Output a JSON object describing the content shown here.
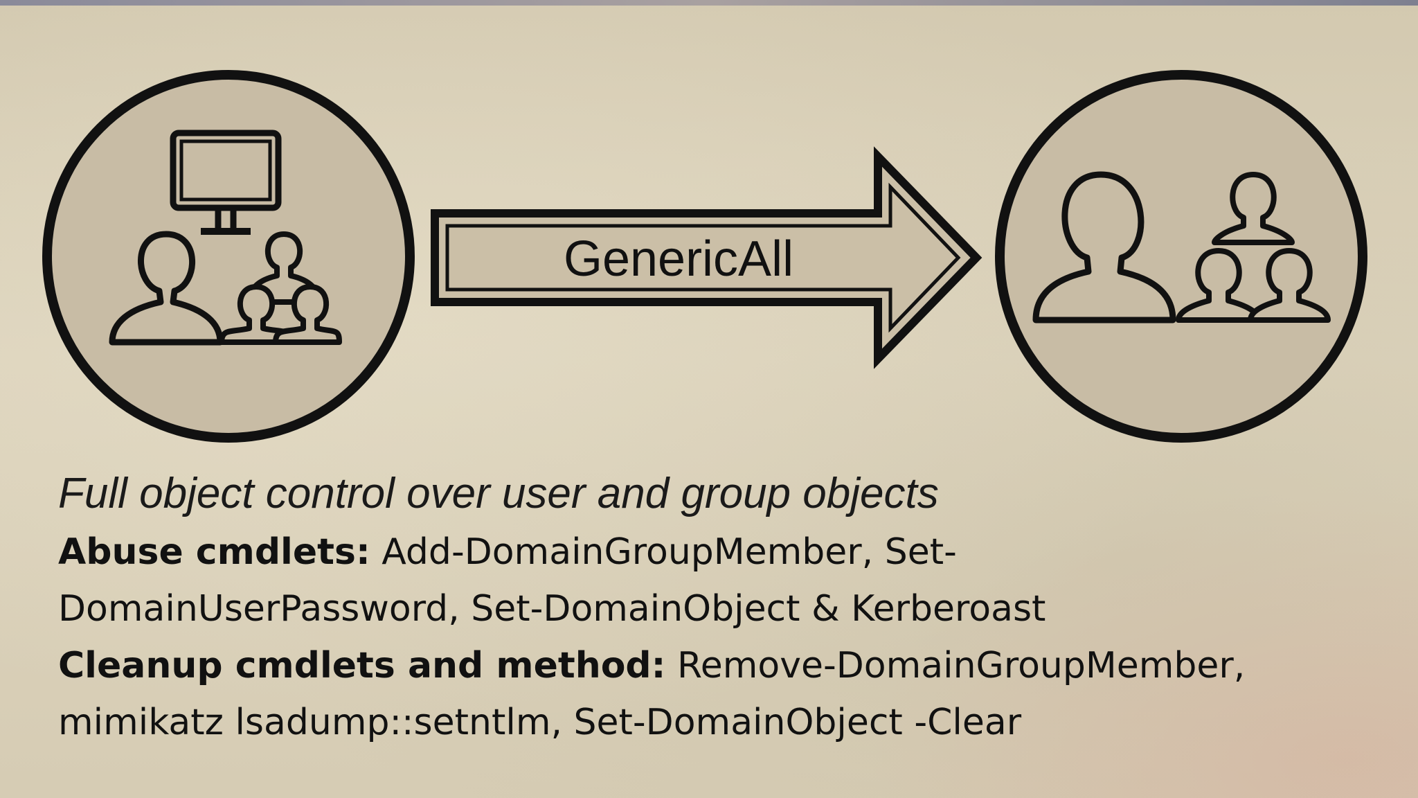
{
  "arrow": {
    "label": "GenericAll"
  },
  "source_node": {
    "icon": "computer-users-icon"
  },
  "target_node": {
    "icon": "user-group-icon"
  },
  "text": {
    "subtitle": "Full object control over user and group objects",
    "abuse_heading": "Abuse cmdlets:",
    "abuse_line1": " Add-DomainGroupMember, Set-",
    "abuse_line2": "DomainUserPassword, Set-DomainObject & Kerberoast",
    "cleanup_heading": "Cleanup cmdlets and method:",
    "cleanup_line1": " Remove-DomainGroupMember,",
    "cleanup_line2": "mimikatz lsadump::setntlm, Set-DomainObject -Clear"
  },
  "colors": {
    "stroke": "#111111",
    "circle_fill": "#c8bca5",
    "arrow_fill": "#cbbfa7"
  }
}
